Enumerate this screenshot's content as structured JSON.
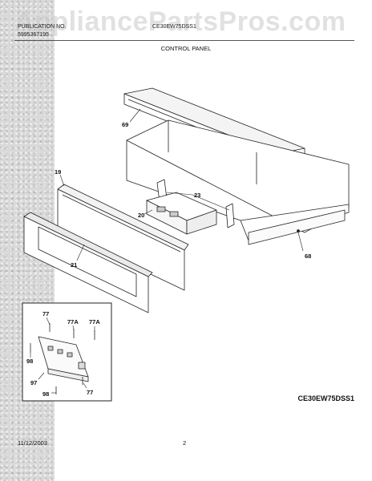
{
  "watermark": "AppliancePartsPros.com",
  "header": {
    "left_line1": "PUBLICATION NO.",
    "left_line2": "5995367195",
    "center": "CE30EW75DSS1"
  },
  "title": "CONTROL PANEL",
  "parts": {
    "p69": "69",
    "p19": "19",
    "p23": "23",
    "p20": "20",
    "p21": "21",
    "p68": "68",
    "p77a": "77",
    "p77A1": "77A",
    "p77A2": "77A",
    "p98a": "98",
    "p97": "97",
    "p98b": "98",
    "p77b": "77"
  },
  "model": "CE30EW75DSS1",
  "date": "11/12/2003",
  "page_number": "2"
}
